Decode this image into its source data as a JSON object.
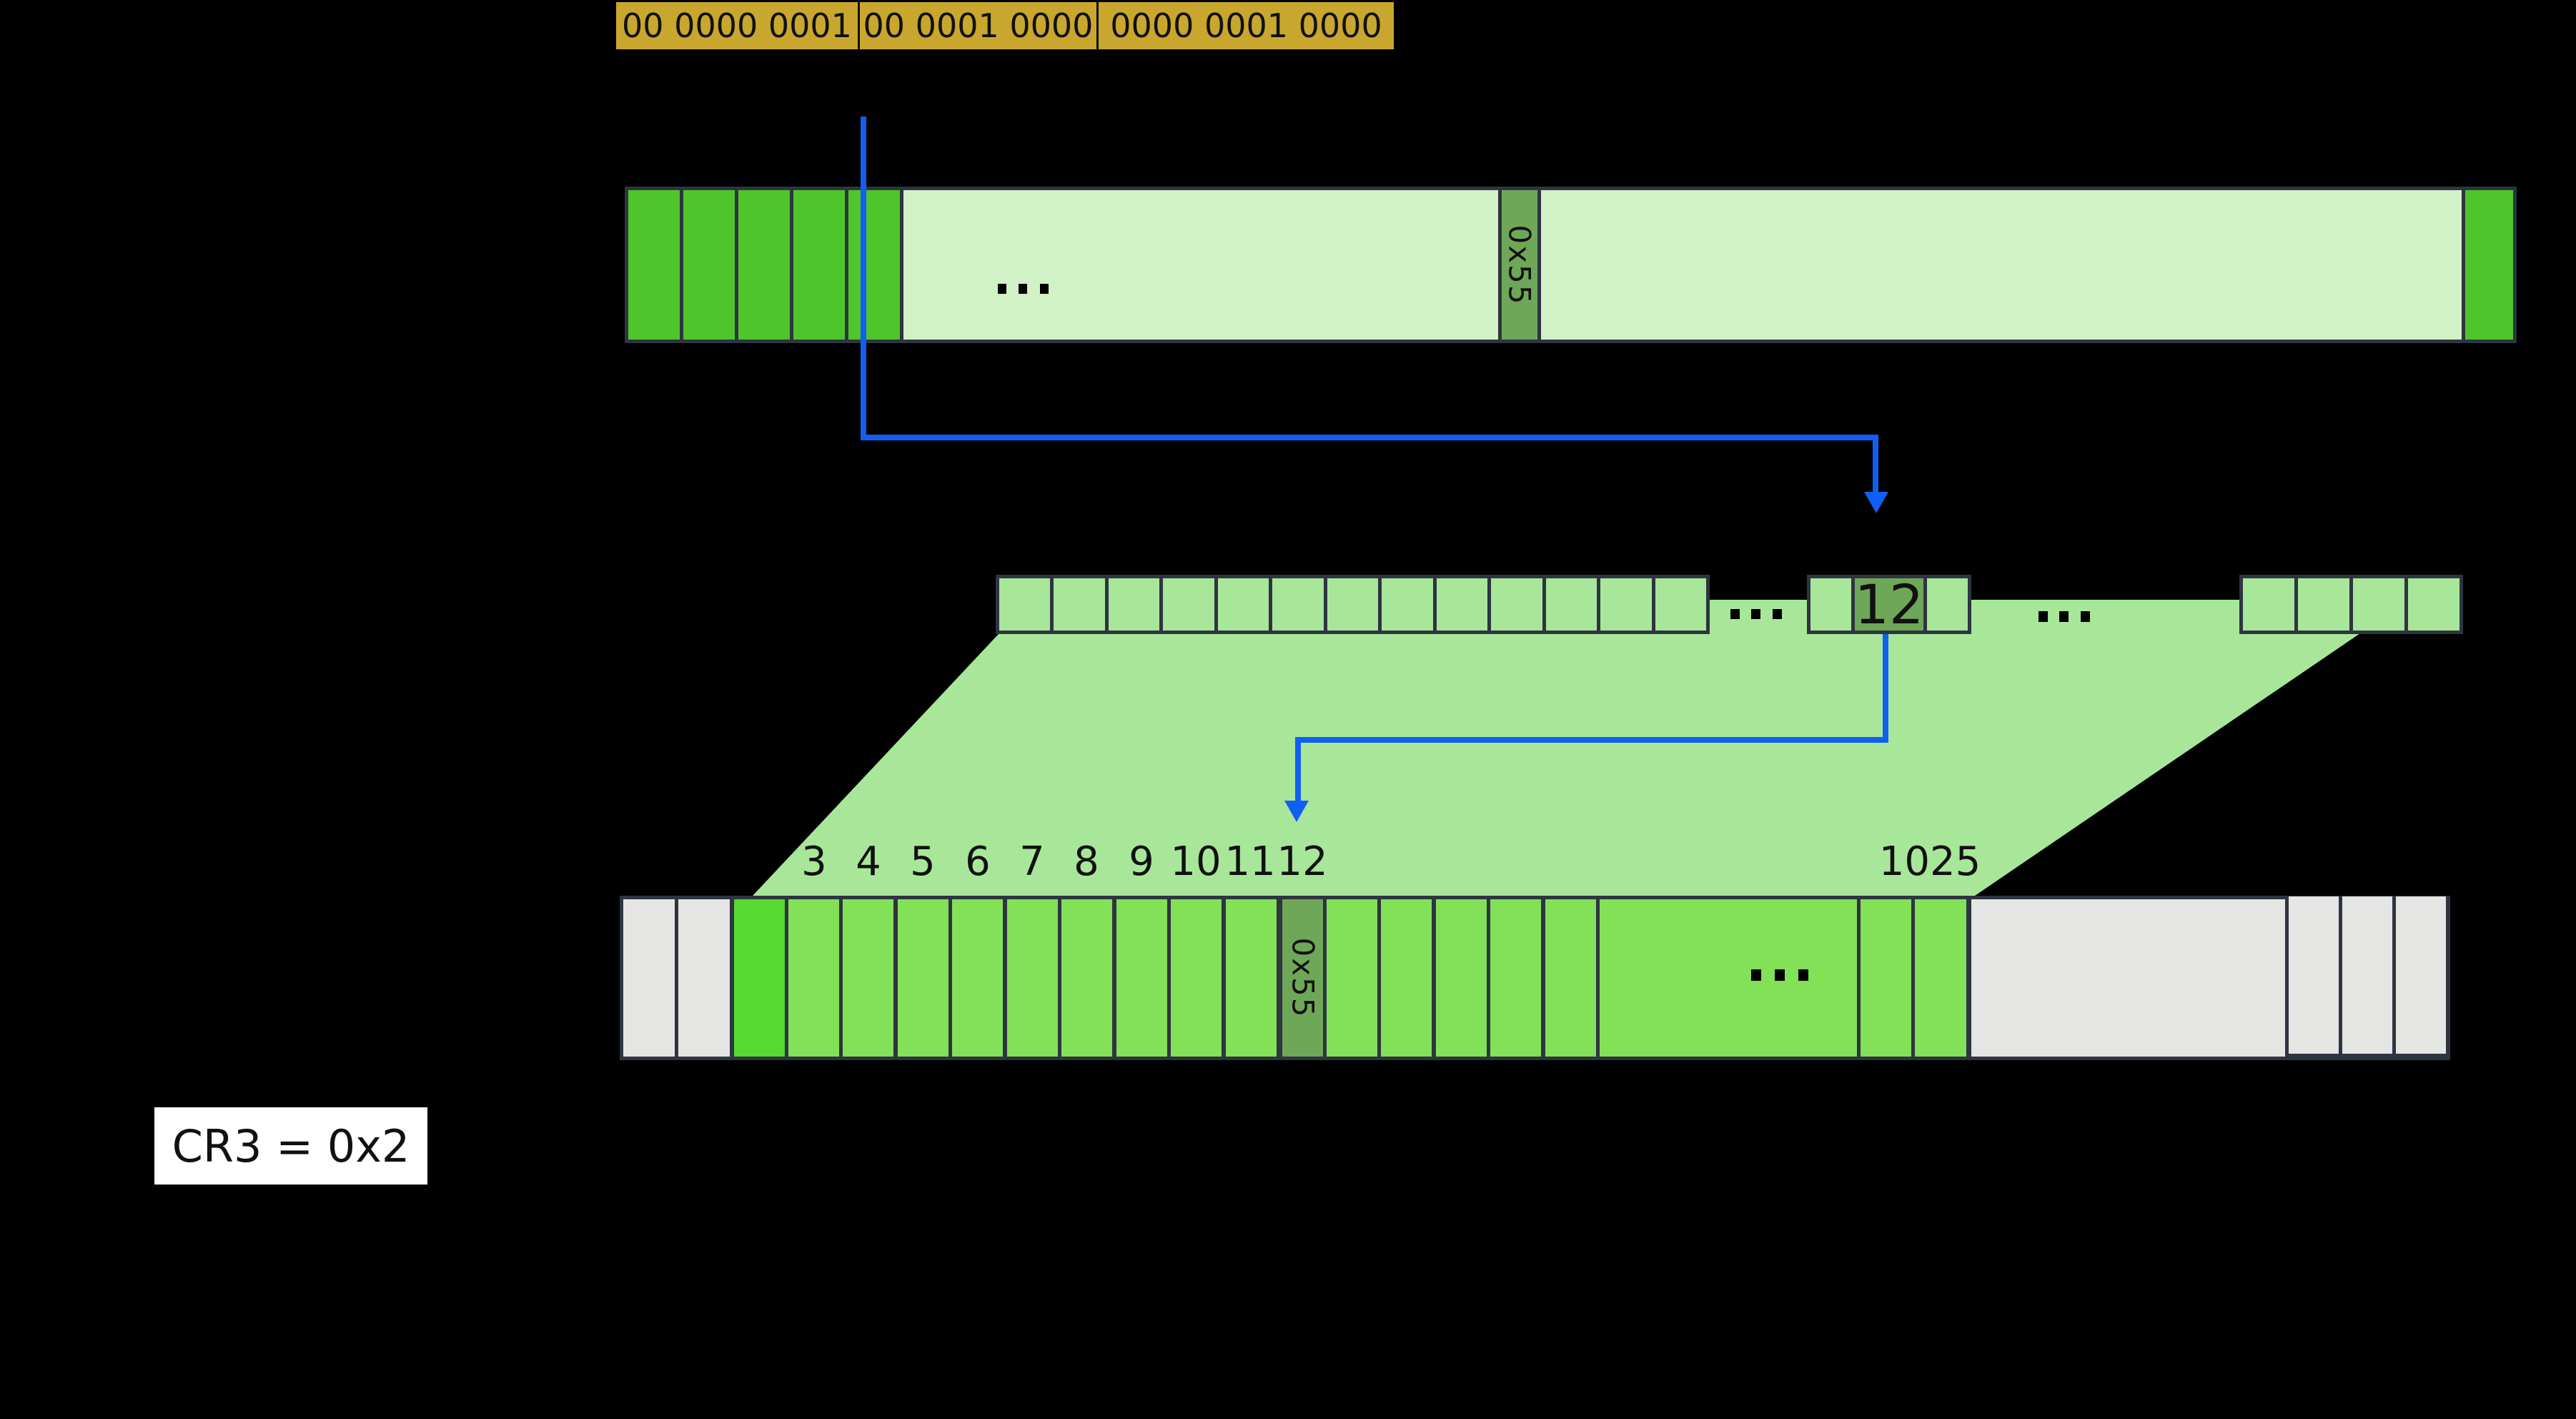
{
  "colors": {
    "background": "#000000",
    "border_dark": "#2e3440",
    "address_fill": "#c9a72e",
    "bright_green": "#4ec62b",
    "frame2_green": "#56d930",
    "medium_green": "#82e156",
    "pale_green": "#d1f1c7",
    "entry_green": "#a8e79a",
    "olive_green": "#6fa758",
    "gray_cell": "#e5e5e3",
    "arrow_blue": "#115ff2",
    "label_box_white": "#ffffff"
  },
  "virtual_address": {
    "segments": [
      "00 0000 0001",
      "00 0001 0000",
      "0000 0001 0000"
    ]
  },
  "upper_bar": {
    "ellipsis": "...",
    "entry_label": "0x55"
  },
  "entries_row": {
    "ellipsis_1": "...",
    "selected_entry_label": "12",
    "ellipsis_2": "..."
  },
  "frame_labels": [
    "3",
    "4",
    "5",
    "6",
    "7",
    "8",
    "9",
    "10",
    "11",
    "12"
  ],
  "far_frame_label": "1025",
  "memory_bar": {
    "entry_label": "0x55",
    "ellipsis": "..."
  },
  "cr3_label": "CR3 = 0x2"
}
